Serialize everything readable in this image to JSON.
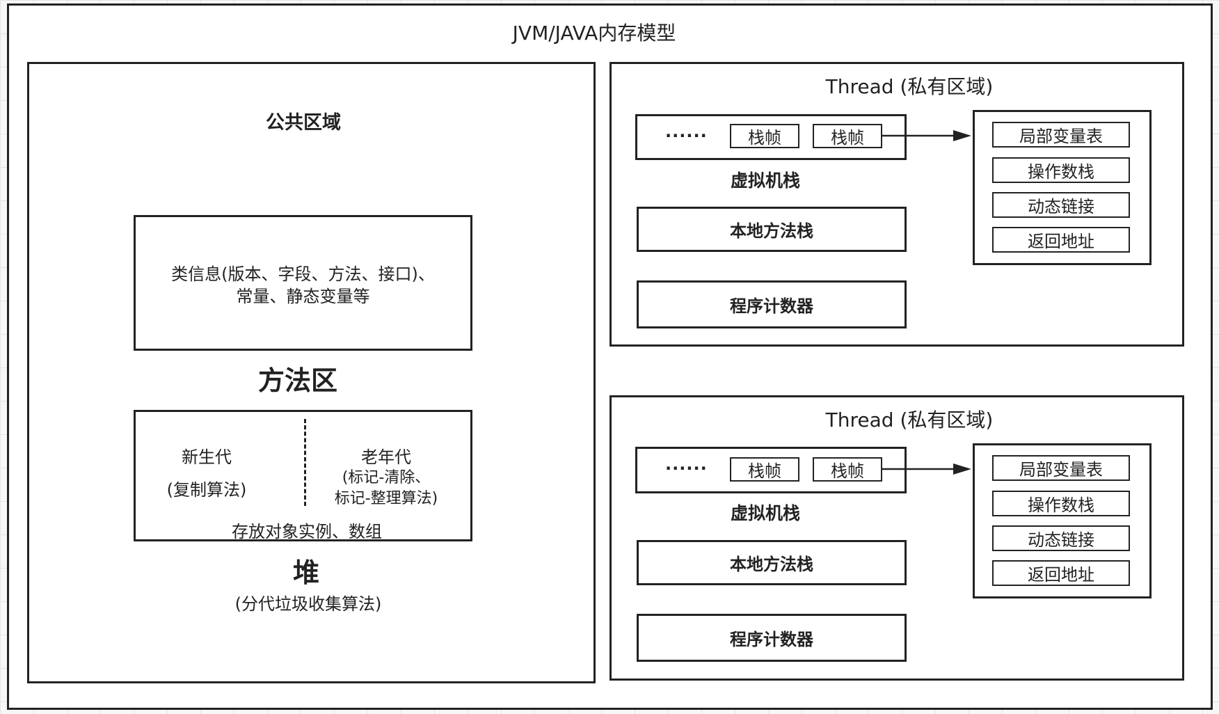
{
  "title": "JVM/JAVA内存模型",
  "public_area": {
    "label": "公共区域",
    "method_area": {
      "content_line1": "类信息(版本、字段、方法、接口)、",
      "content_line2": "常量、静态变量等",
      "label": "方法区"
    },
    "heap": {
      "young_gen": "新生代",
      "young_algo": "(复制算法)",
      "old_gen": "老年代",
      "old_algo_line1": "(标记-清除、",
      "old_algo_line2": "标记-整理算法)",
      "storage": "存放对象实例、数组",
      "label": "堆",
      "algo": "(分代垃圾收集算法)"
    }
  },
  "threads": [
    {
      "title": "Thread (私有区域)",
      "vm_stack": {
        "ellipsis": "······",
        "frame1": "栈帧",
        "frame2": "栈帧",
        "label": "虚拟机栈"
      },
      "native_stack": "本地方法栈",
      "pc_counter": "程序计数器",
      "frame_details": [
        "局部变量表",
        "操作数栈",
        "动态链接",
        "返回地址"
      ]
    },
    {
      "title": "Thread (私有区域)",
      "vm_stack": {
        "ellipsis": "······",
        "frame1": "栈帧",
        "frame2": "栈帧",
        "label": "虚拟机栈"
      },
      "native_stack": "本地方法栈",
      "pc_counter": "程序计数器",
      "frame_details": [
        "局部变量表",
        "操作数栈",
        "动态链接",
        "返回地址"
      ]
    }
  ]
}
